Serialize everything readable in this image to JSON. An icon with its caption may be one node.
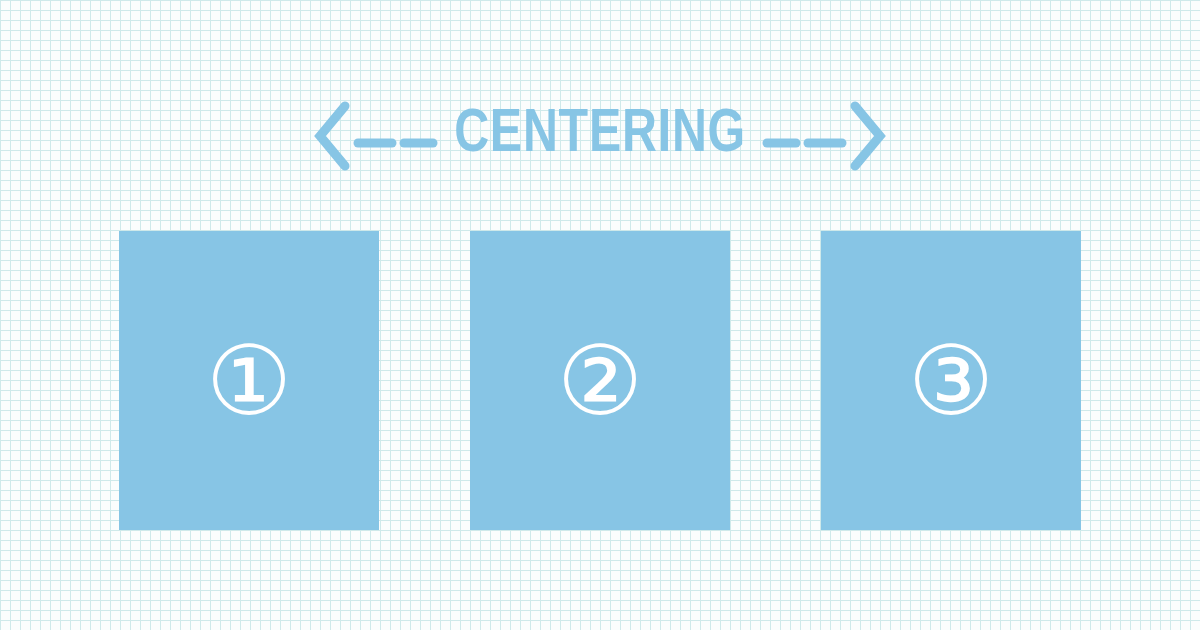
{
  "diagram": {
    "title": "CENTERING",
    "nodes": [
      {
        "text": [
          "①"
        ]
      },
      {
        "text": [
          "②"
        ]
      },
      {
        "text": [
          "③"
        ]
      }
    ]
  }
}
